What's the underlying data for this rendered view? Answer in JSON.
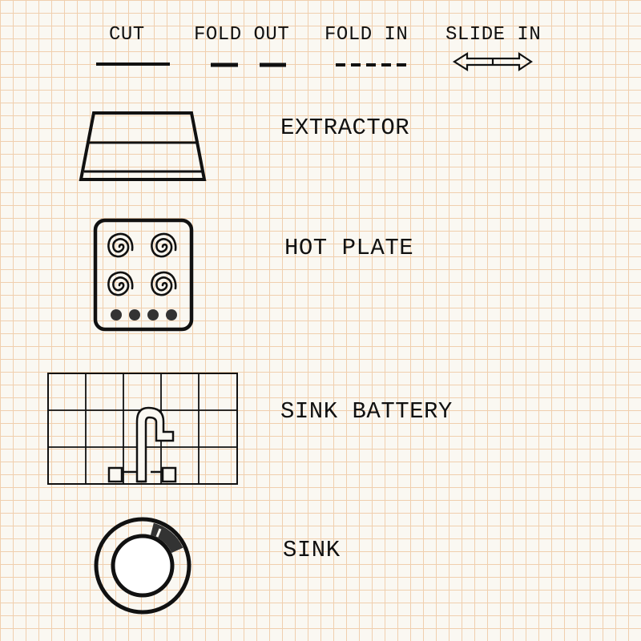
{
  "legend": {
    "cut": "CUT",
    "fold_out": "FOLD OUT",
    "fold_in": "FOLD IN",
    "slide_in": "SLIDE IN"
  },
  "items": {
    "extractor": "EXTRACTOR",
    "hot_plate": "HOT PLATE",
    "sink_battery": "SINK BATTERY",
    "sink": "SINK"
  },
  "colors": {
    "grid": "#f0cfae",
    "paper": "#faf8f2",
    "ink": "#111111",
    "knob": "#333333"
  }
}
